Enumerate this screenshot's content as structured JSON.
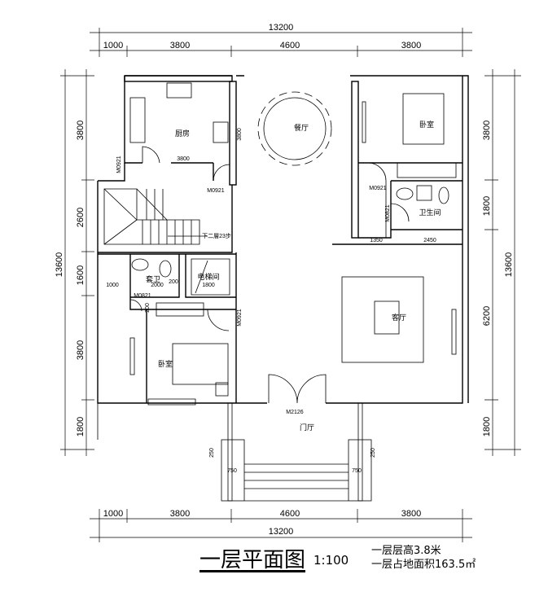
{
  "dims": {
    "top_total": "13200",
    "top": [
      "1000",
      "3800",
      "4600",
      "3800"
    ],
    "bottom_total": "13200",
    "bottom": [
      "1000",
      "3800",
      "4600",
      "3800"
    ],
    "left_total": "13600",
    "left": [
      "3800",
      "2600",
      "1600",
      "3800",
      "1800"
    ],
    "right_total": "13600",
    "right": [
      "3800",
      "1800",
      "6200",
      "1800"
    ],
    "kitchen_w": "3800",
    "dining_h": "3800",
    "wc_a": "1350",
    "wc_b": "2450",
    "bath_a": "1000",
    "bath_b": "2000",
    "bath_c": "200",
    "lift": "1800",
    "bed_c": "200",
    "porch_l": "750",
    "porch_r": "750",
    "porch_lh": "250",
    "porch_rh": "250"
  },
  "rooms": {
    "kitchen": "厨房",
    "dining": "餐厅",
    "bedroom_ne": "卧室",
    "toilet": "卫生间",
    "living": "客厅",
    "ensuite": "套卫",
    "elevator": "电梯间",
    "bedroom_sw": "卧室",
    "foyer": "门厅"
  },
  "doors": {
    "kitchen": "M0921",
    "stair": "M0921",
    "bed_ne": "M0921",
    "toilet": "M0821",
    "ensuite": "M0821",
    "bed_sw": "M0921",
    "main": "M2126"
  },
  "stair_note": "下二層23步",
  "title": "一层平面图",
  "scale": "1:100",
  "notes": [
    "一层层高3.8米",
    "一层占地面积163.5㎡"
  ]
}
